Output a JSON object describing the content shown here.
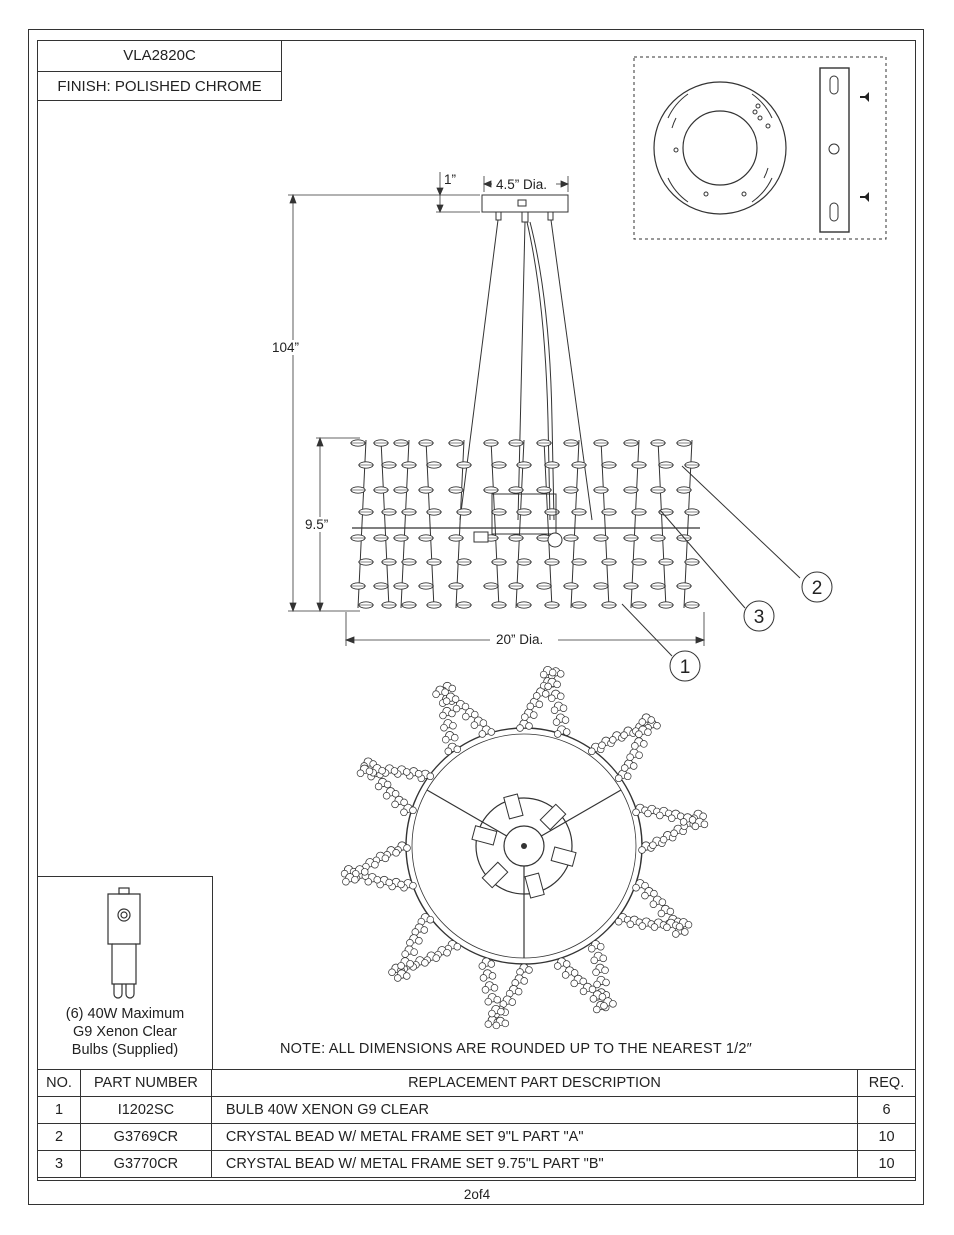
{
  "header": {
    "model": "VLA2820C",
    "finish": "FINISH: POLISHED CHROME"
  },
  "dimensions": {
    "canopy_height": "1”",
    "canopy_dia": "4.5” Dia.",
    "overall_height": "104”",
    "body_height": "9.5”",
    "body_dia": "20” Dia."
  },
  "callouts": [
    "1",
    "2",
    "3"
  ],
  "bulb": {
    "caption_lines": [
      "(6) 40W Maximum",
      "G9 Xenon Clear",
      "Bulbs (Supplied)"
    ]
  },
  "note": "NOTE:  ALL DIMENSIONS ARE ROUNDED UP TO THE NEAREST  1/2″",
  "parts_table": {
    "headers": [
      "NO.",
      "PART NUMBER",
      "REPLACEMENT PART DESCRIPTION",
      "REQ."
    ],
    "rows": [
      {
        "no": "1",
        "part": "I1202SC",
        "desc": "BULB 40W XENON G9 CLEAR",
        "req": "6"
      },
      {
        "no": "2",
        "part": "G3769CR",
        "desc": "CRYSTAL BEAD W/ METAL FRAME SET 9\"L PART \"A\"",
        "req": "10"
      },
      {
        "no": "3",
        "part": "G3770CR",
        "desc": "CRYSTAL BEAD W/ METAL FRAME SET 9.75\"L PART \"B\"",
        "req": "10"
      }
    ]
  },
  "footer": {
    "page": "2of4"
  }
}
